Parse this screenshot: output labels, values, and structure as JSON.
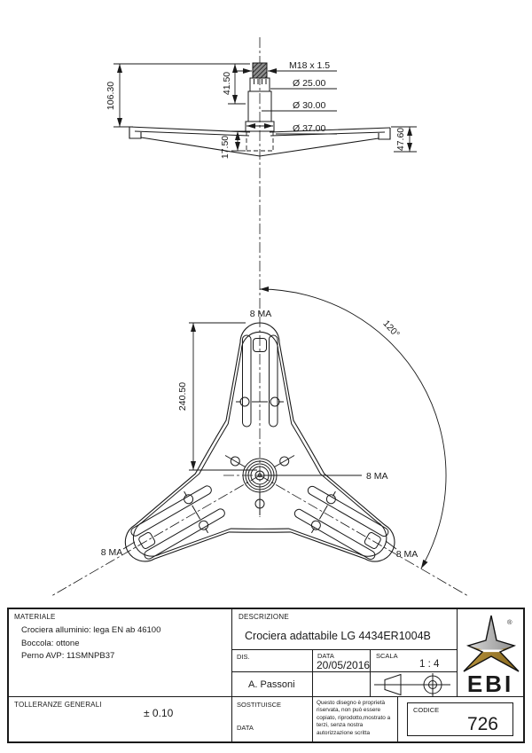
{
  "drawing": {
    "side_view": {
      "thread_label": "M18 x 1.5",
      "dia_25": "Ø 25.00",
      "dia_30": "Ø 30.00",
      "dia_37": "Ø 37.00",
      "dim_height_thread": "41.50",
      "dim_height_total": "106.30",
      "dim_hub_depth": "17.50",
      "dim_plate_height": "47.60"
    },
    "plan_view": {
      "dim_arm_radius": "240.50",
      "angle_between_arms": "120°",
      "bolt_label_top": "8 MA",
      "bolt_label_center": "8 MA",
      "bolt_label_left": "8 MA",
      "bolt_label_right": "8 MA"
    }
  },
  "title_block": {
    "materiale_label": "MATERIALE",
    "materiale_lines": [
      "Crociera alluminio: lega EN ab 46100",
      "Boccola: ottone",
      "Perno AVP: 11SMNPB37"
    ],
    "tolleranze_label": "TOLLERANZE GENERALI",
    "tolleranze_value": "± 0.10",
    "descrizione_label": "DESCRIZIONE",
    "descrizione_value": "Crociera adattabile LG 4434ER1004B",
    "dis_label": "DIS.",
    "dis_value": "A. Passoni",
    "data_label": "DATA",
    "data_value": "20/05/2016",
    "scala_label": "SCALA",
    "scala_value": "1 : 4",
    "sostituisce_label": "SOSTITUISCE",
    "sostituisce_data_label": "DATA",
    "disclaimer": "Questo disegno è proprietà riservata, non può essere copiato, riprodotto,mostrato a terzi, senza nostra autorizzazione scritta",
    "codice_label": "CODICE",
    "codice_value": "726",
    "logo_text": "EBI",
    "logo_registered": "®"
  },
  "colors": {
    "line": "#1a1a1a",
    "logo_gold": "#a5812f",
    "logo_silver": "#b8b8b8",
    "logo_text": "#ecdfc2"
  }
}
